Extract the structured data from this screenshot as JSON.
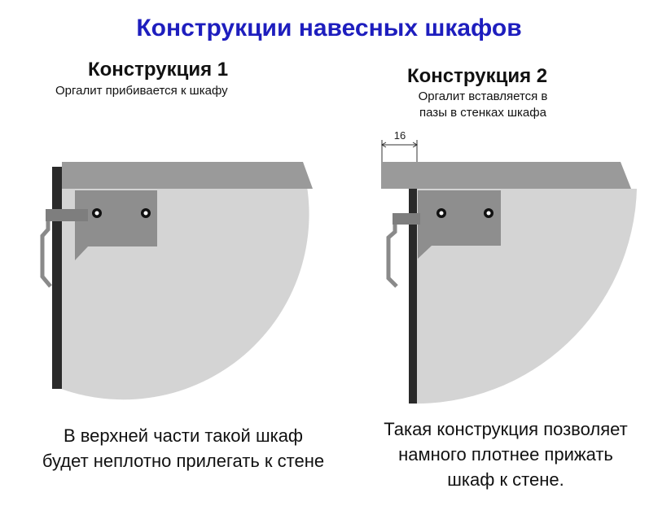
{
  "title": "Конструкции навесных шкафов",
  "designs": [
    {
      "heading": "Конструкция 1",
      "subtitle": [
        "Оргалит прибивается к шкафу"
      ],
      "caption": [
        "В верхней части такой шкаф",
        "будет неплотно прилегать к стене"
      ]
    },
    {
      "heading": "Конструкция 2",
      "subtitle": [
        "Оргалит вставляется в",
        "пазы в стенках шкафа"
      ],
      "caption": [
        "Такая конструкция позволяет",
        "намного плотнее прижать",
        "шкаф к стене."
      ],
      "dimension_label": "16"
    }
  ],
  "colors": {
    "title": "#1e1ebe",
    "cabinet_fill": "#d4d4d4",
    "top_panel": "#9a9a9a",
    "hardboard": "#2a2a2a",
    "bracket": "#8e8e8e"
  }
}
